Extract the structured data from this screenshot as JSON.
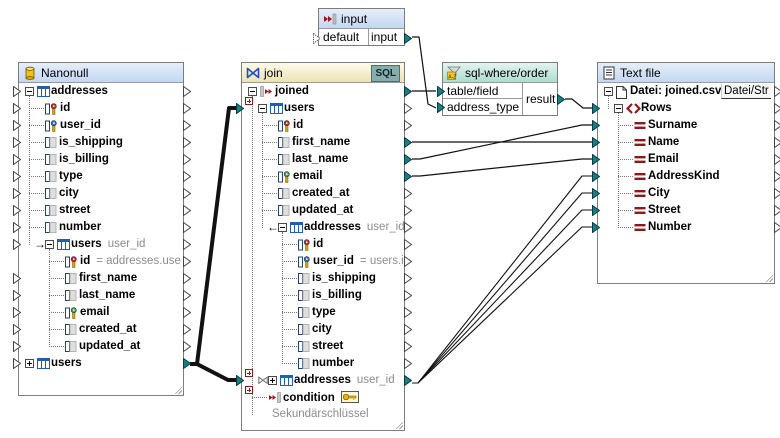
{
  "components": {
    "input": {
      "title": "input",
      "default_label": "default",
      "output_label": "input"
    },
    "nanonull": {
      "title": "Nanonull",
      "rows": [
        {
          "label": "addresses",
          "depth": 0,
          "icon": "table",
          "exp": "minus",
          "in": "open",
          "out": "open"
        },
        {
          "label": "id",
          "depth": 1,
          "icon": "pk",
          "in": "open",
          "out": "open"
        },
        {
          "label": "user_id",
          "depth": 1,
          "icon": "fk",
          "in": "open",
          "out": "open"
        },
        {
          "label": "is_shipping",
          "depth": 1,
          "icon": "field",
          "in": "open",
          "out": "open"
        },
        {
          "label": "is_billing",
          "depth": 1,
          "icon": "field",
          "in": "open",
          "out": "open"
        },
        {
          "label": "type",
          "depth": 1,
          "icon": "field",
          "in": "open",
          "out": "open"
        },
        {
          "label": "city",
          "depth": 1,
          "icon": "field",
          "in": "open",
          "out": "open"
        },
        {
          "label": "street",
          "depth": 1,
          "icon": "field",
          "in": "open",
          "out": "open"
        },
        {
          "label": "number",
          "depth": 1,
          "icon": "field",
          "in": "open",
          "out": "open"
        },
        {
          "label": "users",
          "note": "user_id",
          "depth": 1,
          "icon": "table",
          "exp": "minus",
          "prefix": "→",
          "in": "open",
          "out": "open"
        },
        {
          "label": "id",
          "note": "= addresses.use",
          "depth": 2,
          "icon": "pk",
          "in": "none",
          "out": "open"
        },
        {
          "label": "first_name",
          "depth": 2,
          "icon": "field",
          "in": "open",
          "out": "open"
        },
        {
          "label": "last_name",
          "depth": 2,
          "icon": "field",
          "in": "open",
          "out": "open"
        },
        {
          "label": "email",
          "depth": 2,
          "icon": "uk",
          "in": "open",
          "out": "open"
        },
        {
          "label": "created_at",
          "depth": 2,
          "icon": "field",
          "in": "open",
          "out": "open"
        },
        {
          "label": "updated_at",
          "depth": 2,
          "icon": "field",
          "in": "open",
          "out": "open"
        },
        {
          "label": "users",
          "depth": 0,
          "icon": "table",
          "exp": "plus",
          "in": "open",
          "out": "connected"
        }
      ]
    },
    "join": {
      "title": "join",
      "sql_button": "SQL",
      "rows": [
        {
          "label": "joined",
          "depth": 0,
          "icon": "joined",
          "exp": "minus",
          "in": "none",
          "out": "connected"
        },
        {
          "label": "users",
          "depth": 1,
          "icon": "table",
          "exp": "minus",
          "in": "connected",
          "out": "open"
        },
        {
          "label": "id",
          "depth": 2,
          "icon": "pk",
          "in": "none",
          "out": "open"
        },
        {
          "label": "first_name",
          "depth": 2,
          "icon": "field",
          "in": "none",
          "out": "connected"
        },
        {
          "label": "last_name",
          "depth": 2,
          "icon": "field",
          "in": "none",
          "out": "connected"
        },
        {
          "label": "email",
          "depth": 2,
          "icon": "uk",
          "in": "none",
          "out": "connected"
        },
        {
          "label": "created_at",
          "depth": 2,
          "icon": "field",
          "in": "none",
          "out": "open"
        },
        {
          "label": "updated_at",
          "depth": 2,
          "icon": "field",
          "in": "none",
          "out": "open"
        },
        {
          "label": "addresses",
          "note": "user_id",
          "depth": 2,
          "icon": "table",
          "exp": "minus",
          "prefix": "←",
          "in": "none",
          "out": "open"
        },
        {
          "label": "id",
          "depth": 3,
          "icon": "pk",
          "in": "none",
          "out": "open"
        },
        {
          "label": "user_id",
          "note": "= users.i",
          "depth": 3,
          "icon": "fk",
          "in": "none",
          "out": "open"
        },
        {
          "label": "is_shipping",
          "depth": 3,
          "icon": "field",
          "in": "none",
          "out": "open"
        },
        {
          "label": "is_billing",
          "depth": 3,
          "icon": "field",
          "in": "none",
          "out": "open"
        },
        {
          "label": "type",
          "depth": 3,
          "icon": "field",
          "in": "none",
          "out": "open"
        },
        {
          "label": "city",
          "depth": 3,
          "icon": "field",
          "in": "none",
          "out": "open"
        },
        {
          "label": "street",
          "depth": 3,
          "icon": "field",
          "in": "none",
          "out": "open"
        },
        {
          "label": "number",
          "depth": 3,
          "icon": "field",
          "in": "none",
          "out": "open"
        },
        {
          "label": "addresses",
          "note": "user_id",
          "depth": 1,
          "icon": "table",
          "exp": "plus",
          "prefix": "⋈",
          "in": "connected",
          "out": "connected"
        },
        {
          "label": "condition",
          "depth": 1,
          "icon": "condition",
          "key_button": true,
          "in": "none",
          "out": "none"
        },
        {
          "label": "Sekundärschlüssel",
          "depth": 1,
          "icon": "none",
          "plain": true,
          "in": "none",
          "out": "none"
        }
      ]
    },
    "sql_where": {
      "title": "sql-where/order",
      "inputs": [
        "table/field",
        "address_type"
      ],
      "output": "result"
    },
    "text_file": {
      "title": "Text file",
      "file_button": "Datei/Str",
      "rows": [
        {
          "label": "Datei: joined.csv",
          "depth": 0,
          "icon": "file",
          "exp": "minus",
          "in": "none",
          "out": "open",
          "file_button": true
        },
        {
          "label": "Rows",
          "depth": 1,
          "icon": "rows",
          "exp": "minus",
          "in": "connected",
          "out": "open"
        },
        {
          "label": "Surname",
          "depth": 2,
          "icon": "csv",
          "in": "connected",
          "out": "open"
        },
        {
          "label": "Name",
          "depth": 2,
          "icon": "csv",
          "in": "connected",
          "out": "open"
        },
        {
          "label": "Email",
          "depth": 2,
          "icon": "csv",
          "in": "connected",
          "out": "open"
        },
        {
          "label": "AddressKind",
          "depth": 2,
          "icon": "csv",
          "in": "connected",
          "out": "open"
        },
        {
          "label": "City",
          "depth": 2,
          "icon": "csv",
          "in": "connected",
          "out": "open"
        },
        {
          "label": "Street",
          "depth": 2,
          "icon": "csv",
          "in": "connected",
          "out": "open"
        },
        {
          "label": "Number",
          "depth": 2,
          "icon": "csv",
          "in": "connected",
          "out": "open"
        }
      ]
    }
  },
  "colors": {
    "port_connected": "#1b7d86",
    "relation_red": "#8b1a1a",
    "table_blue": "#1f5fae",
    "note_gray": "#8c8c8c"
  }
}
